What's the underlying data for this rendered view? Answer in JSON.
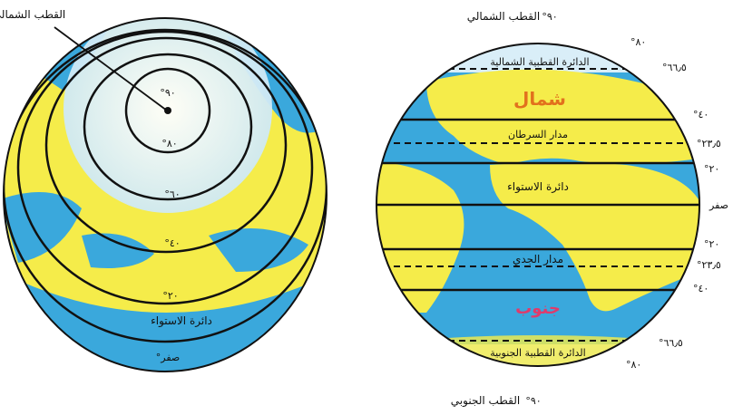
{
  "colors": {
    "ocean": "#3aa8dc",
    "land": "#f5ec4a",
    "polar_ice": "#eaf6fb",
    "line": "#111111",
    "north_word": "#e2711d",
    "south_word": "#e03b6b"
  },
  "left_globe": {
    "pole_label": "القطب الشمالي",
    "lat_90": "°٩٠",
    "lat_80": "°٨٠",
    "lat_60": "°٦٠",
    "lat_40": "°٤٠",
    "lat_20": "°٢٠",
    "equator": "دائرة الاستواء",
    "lat_0": "°صفر"
  },
  "right_globe": {
    "north_pole": "القطب الشمالي",
    "north_pole_deg": "°٩٠",
    "south_pole": "القطب الجنوبي",
    "south_pole_deg": "°٩٠",
    "arctic_circle": "الدائرة القطبية الشمالية",
    "antarctic_circle": "الدائرة القطبية الجنوبية",
    "tropic_cancer": "مدار السرطان",
    "tropic_capricorn": "مدار الجدي",
    "equator": "دائرة الاستواء",
    "north_word": "شمال",
    "south_word": "جنوب",
    "deg_80_n": "°٨٠",
    "deg_665_n": "°٦٦٫٥",
    "deg_40_n": "°٤٠",
    "deg_235_n": "°٢٣٫٥",
    "deg_20_n": "°٢٠",
    "deg_0": "صفر",
    "deg_20_s": "°٢٠",
    "deg_235_s": "°٢٣٫٥",
    "deg_40_s": "°٤٠",
    "deg_665_s": "°٦٦٫٥",
    "deg_80_s": "°٨٠"
  }
}
